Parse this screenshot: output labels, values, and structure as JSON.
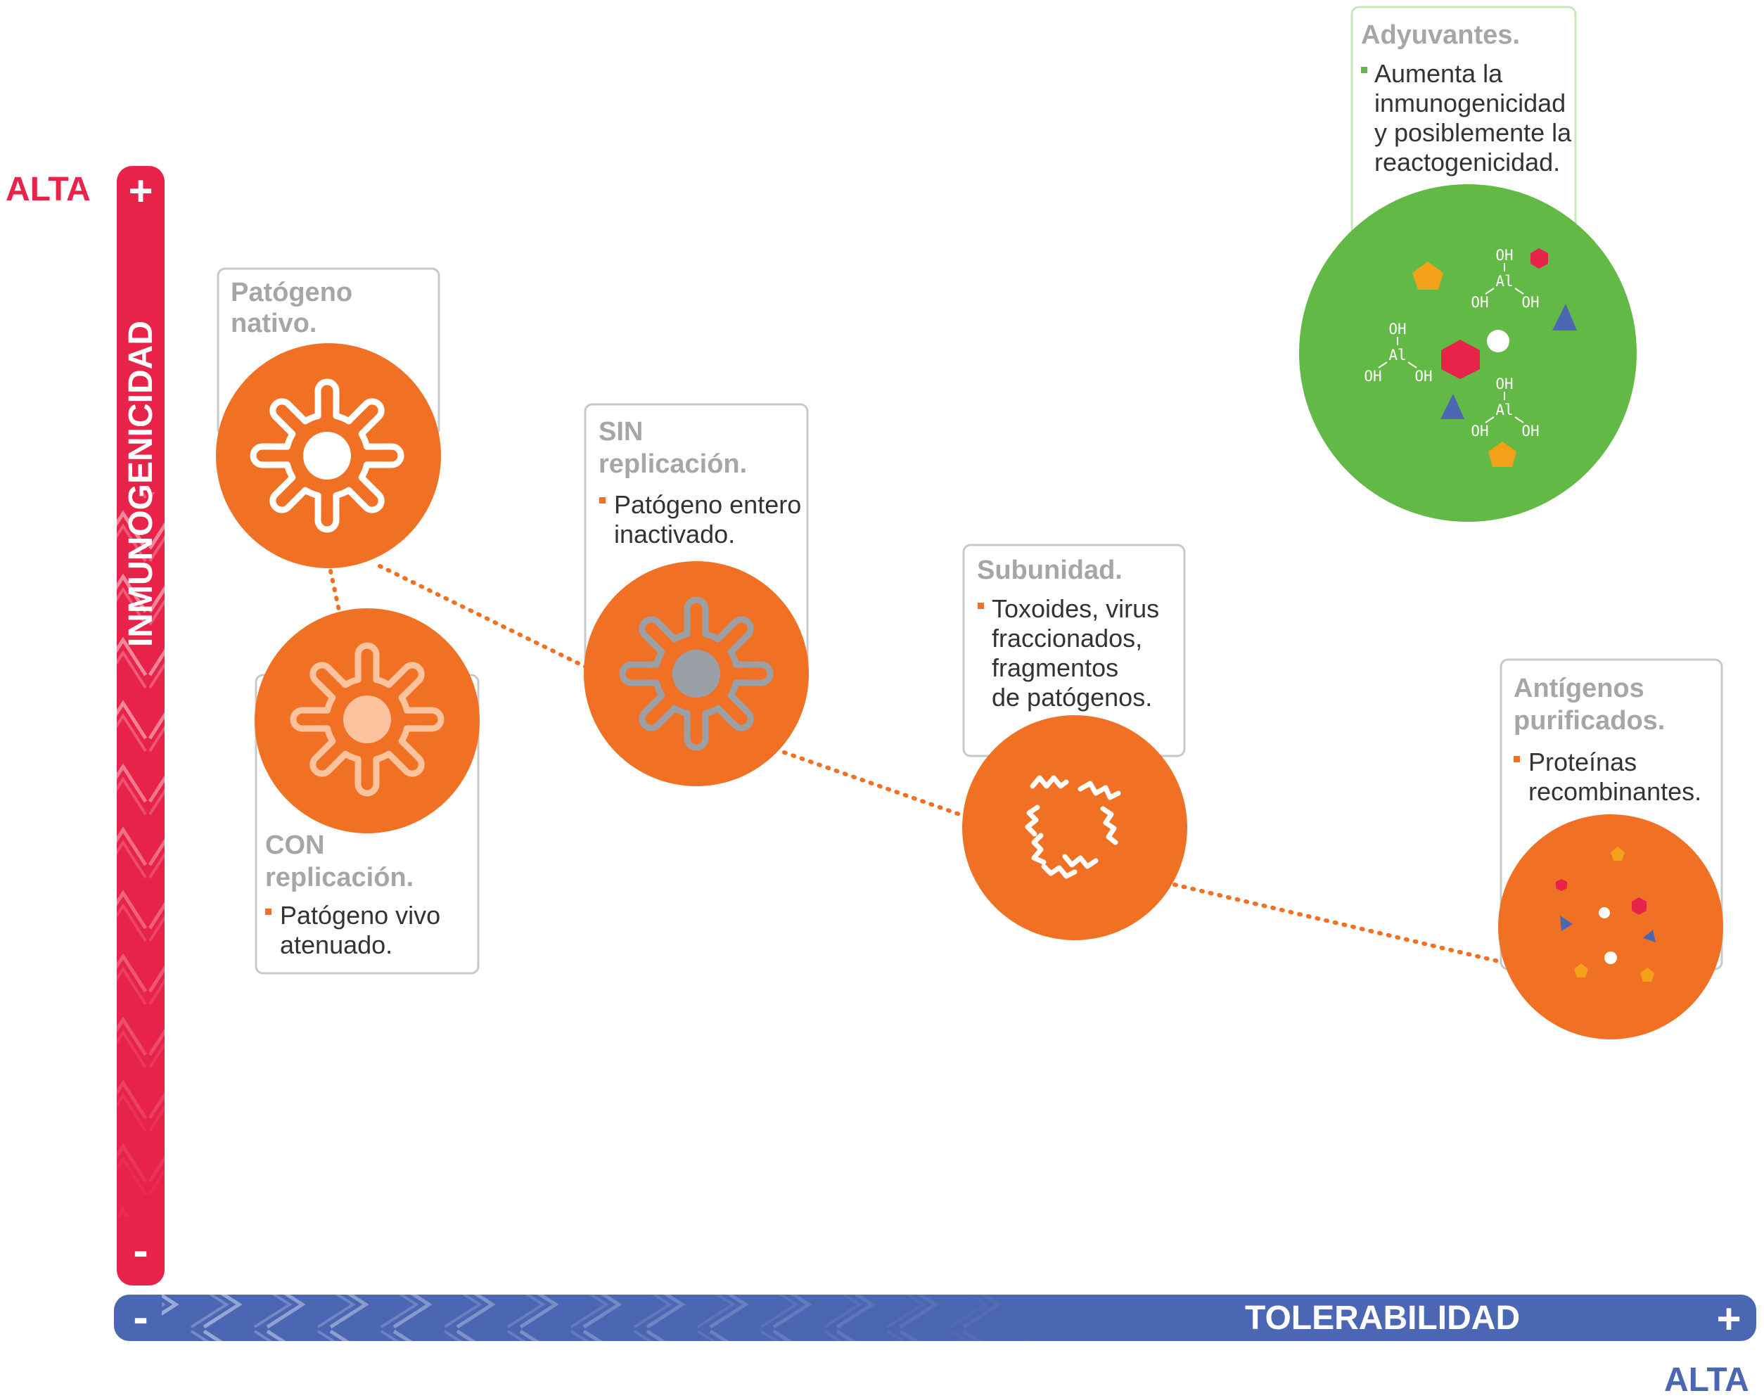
{
  "y_axis": {
    "title": "INMUNOGENICIDAD",
    "high_label": "ALTA",
    "plus": "+",
    "minus": "-",
    "color": "#e8234a"
  },
  "x_axis": {
    "title": "TOLERABILIDAD",
    "high_label": "ALTA",
    "plus": "+",
    "minus": "-",
    "color": "#4b66b3"
  },
  "colors": {
    "orange": "#f07124",
    "green": "#62b946",
    "card_border": "#c8c8c8",
    "title_gray": "#a6a6a6"
  },
  "cards": {
    "native": {
      "title": [
        "Patógeno",
        "nativo."
      ],
      "bullets": [],
      "icon": "sun-pathogen-white-icon"
    },
    "con": {
      "title": [
        "CON",
        "replicación."
      ],
      "bullets": [
        "Patógeno vivo",
        "atenuado."
      ],
      "icon": "sun-pathogen-peach-icon"
    },
    "sin": {
      "title": [
        "SIN",
        "replicación."
      ],
      "bullets": [
        "Patógeno entero",
        "inactivado."
      ],
      "icon": "sun-pathogen-gray-icon"
    },
    "subunidad": {
      "title": [
        "Subunidad."
      ],
      "bullets": [
        "Toxoides, virus",
        "fraccionados,",
        "fragmentos",
        "de patógenos."
      ],
      "icon": "squiggle-fragments-icon"
    },
    "antigenos": {
      "title": [
        "Antígenos",
        "purificados."
      ],
      "bullets": [
        "Proteínas",
        "recombinantes."
      ],
      "icon": "scattered-shapes-icon"
    },
    "adyuvantes": {
      "title": [
        "Adyuvantes."
      ],
      "bullets": [
        "Aumenta la",
        "inmunogenicidad",
        "y posiblemente la",
        "reactogenicidad."
      ],
      "icon": "aluminum-hydroxide-icon",
      "chem": {
        "oh": "OH",
        "al": "Al"
      }
    }
  }
}
